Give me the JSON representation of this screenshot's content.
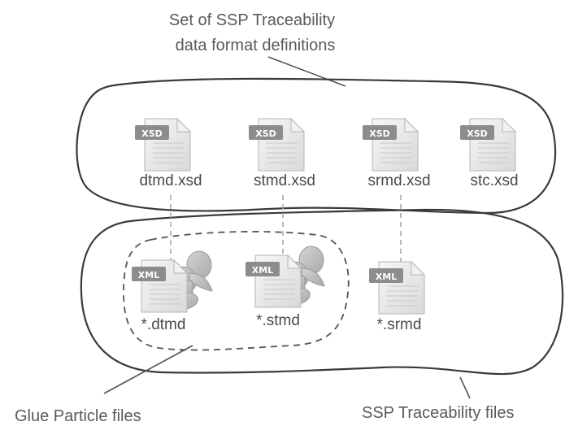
{
  "annotations": {
    "top_label_line1": "Set of SSP Traceability",
    "top_label_line2": "data format definitions",
    "glue_label": "Glue Particle files",
    "ssp_label": "SSP Traceability files"
  },
  "schema_files": [
    {
      "tag": "XSD",
      "name": "dtmd.xsd"
    },
    {
      "tag": "XSD",
      "name": "stmd.xsd"
    },
    {
      "tag": "XSD",
      "name": "srmd.xsd"
    },
    {
      "tag": "XSD",
      "name": "stc.xsd"
    }
  ],
  "data_files": [
    {
      "tag": "XML",
      "name": "*.dtmd",
      "glue": true
    },
    {
      "tag": "XML",
      "name": "*.stmd",
      "glue": true
    },
    {
      "tag": "XML",
      "name": "*.srmd",
      "glue": false
    }
  ],
  "colors": {
    "outline": "#3a3a3a",
    "text": "#5a5a5a",
    "icon_tag": "#8c8c8c",
    "icon_body": "#ececec",
    "glue_figure": "#bdbdbd"
  }
}
